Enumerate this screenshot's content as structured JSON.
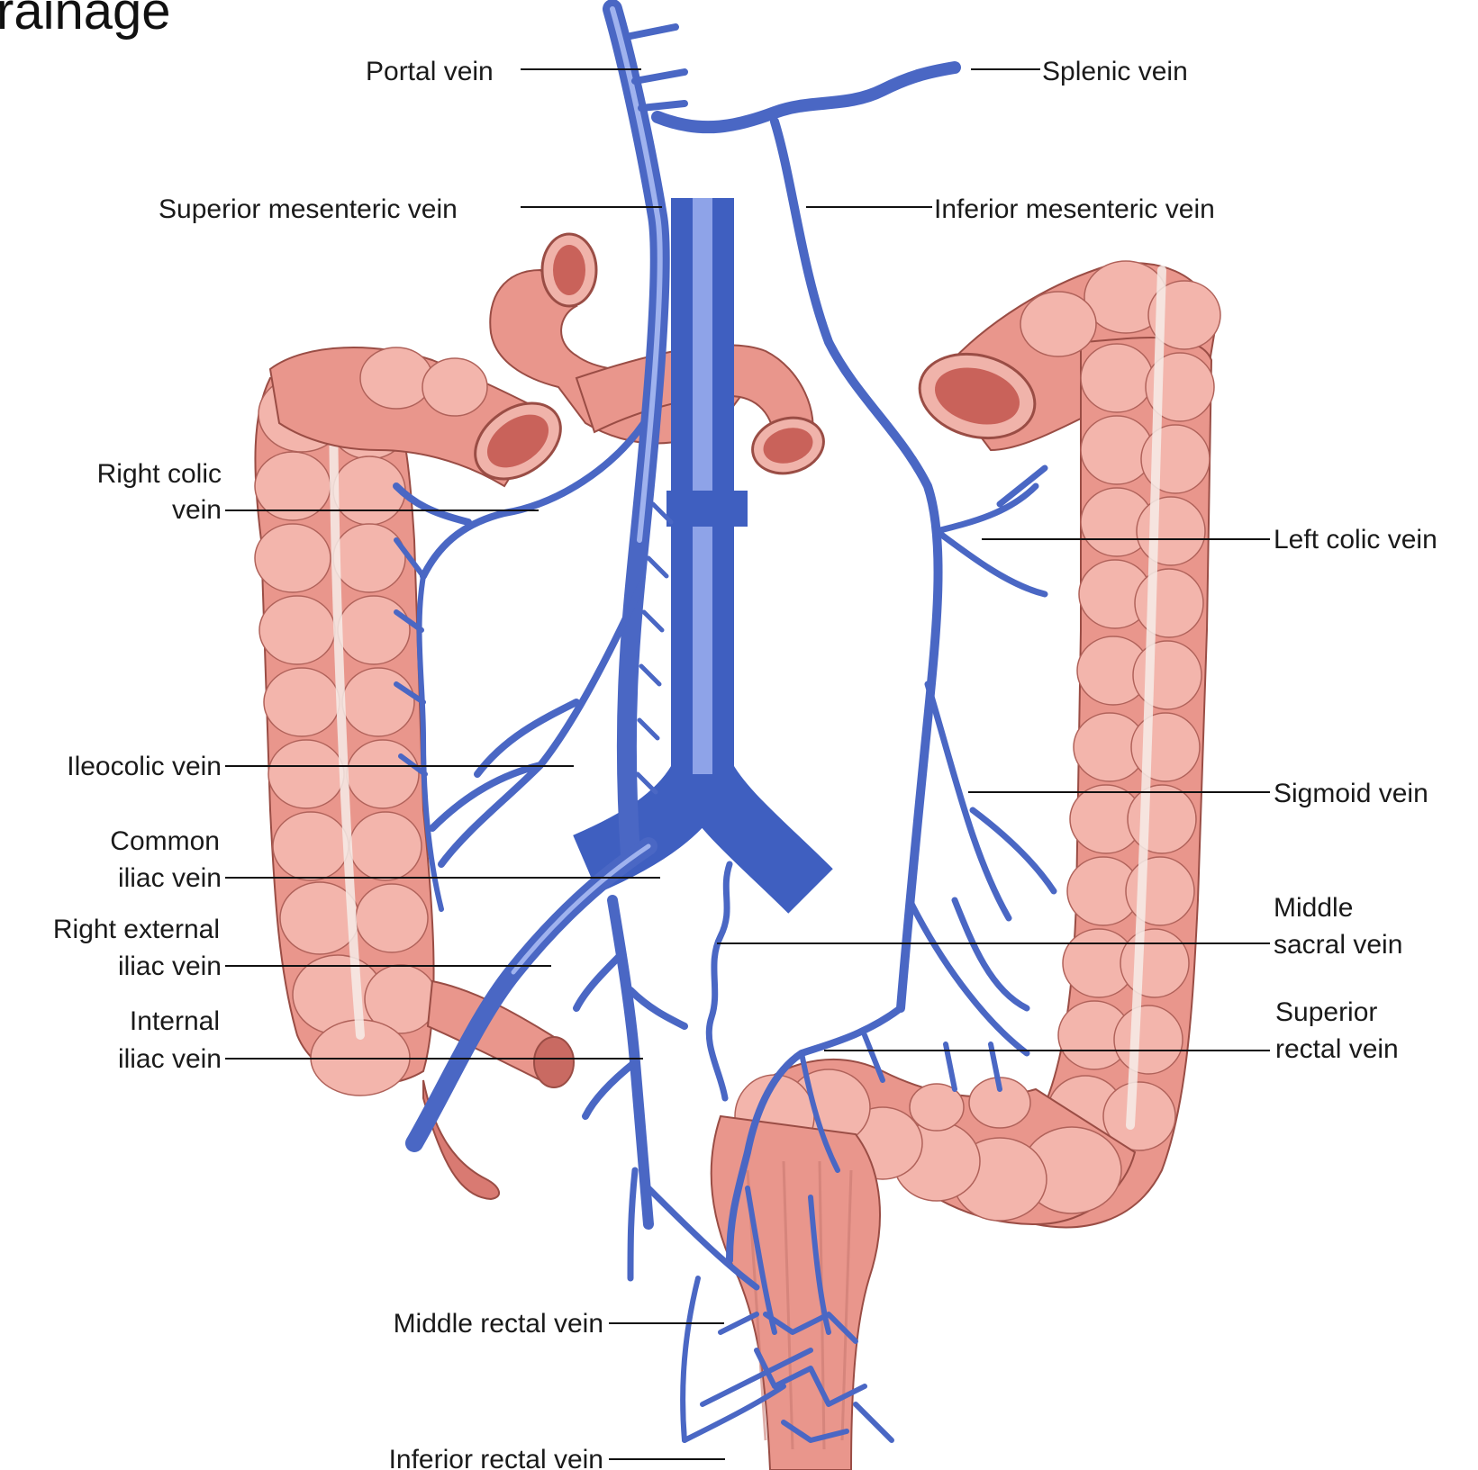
{
  "title": "rainage",
  "labels": {
    "portal_vein": "Portal vein",
    "splenic_vein": "Splenic vein",
    "superior_mesenteric_vein": "Superior mesenteric vein",
    "inferior_mesenteric_vein": "Inferior mesenteric vein",
    "right_colic_vein": [
      "Right colic",
      "vein"
    ],
    "left_colic_vein": "Left colic vein",
    "ileocolic_vein": "Ileocolic vein",
    "sigmoid_vein": "Sigmoid vein",
    "common_iliac_vein": [
      "Common",
      "iliac vein"
    ],
    "middle_sacral_vein": [
      "Middle",
      "sacral vein"
    ],
    "right_external_iliac_vein": [
      "Right external",
      "iliac vein"
    ],
    "superior_rectal_vein": [
      "Superior",
      "rectal vein"
    ],
    "internal_iliac_vein": [
      "Internal",
      "iliac vein"
    ],
    "middle_rectal_vein": "Middle rectal vein",
    "inferior_rectal_vein": "Inferior rectal vein"
  },
  "colors": {
    "vein": "#4a67c4",
    "vein_highlight": "#9fb2ee",
    "colon": "#e9968c",
    "colon_outline": "#9a4d45"
  }
}
